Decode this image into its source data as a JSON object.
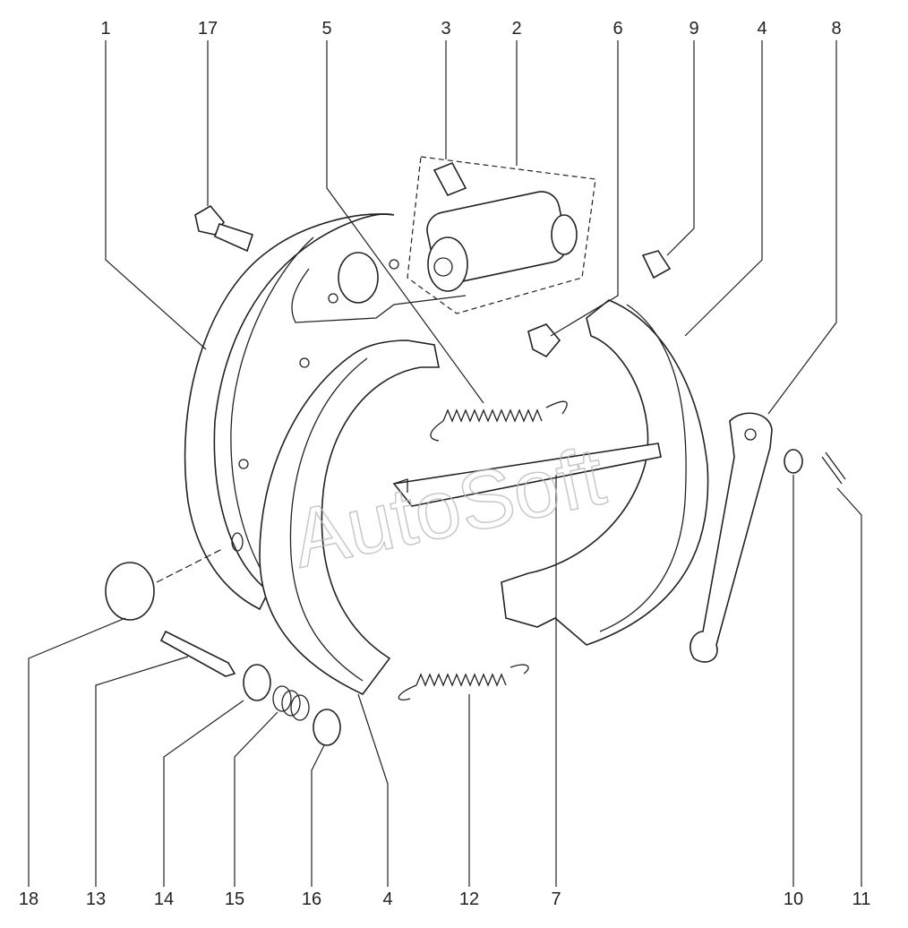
{
  "diagram": {
    "watermark": "AutoSoft",
    "top_labels": [
      "1",
      "17",
      "5",
      "3",
      "2",
      "6",
      "9",
      "4",
      "8"
    ],
    "bottom_labels": [
      "18",
      "13",
      "14",
      "15",
      "16",
      "4",
      "12",
      "7",
      "10",
      "11"
    ]
  }
}
